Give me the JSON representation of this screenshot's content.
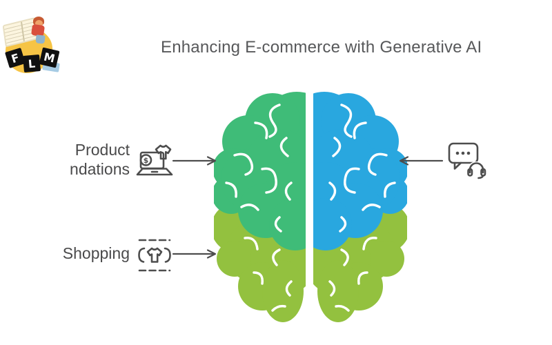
{
  "logo": {
    "letters": [
      "F",
      "L",
      "M"
    ]
  },
  "header": {
    "title": "Enhancing E-commerce with Generative AI"
  },
  "diagram": {
    "left_items": [
      {
        "label_lines": [
          "Product",
          "ndations"
        ],
        "icon": "laptop-dollar-tshirt-icon"
      },
      {
        "label_lines": [
          "Shopping"
        ],
        "icon": "virtual-tryon-icon"
      }
    ],
    "right_items": [
      {
        "icon": "chat-headset-icon"
      }
    ],
    "icons": {
      "dollar_sign": "$"
    }
  },
  "colors": {
    "left_hemisphere": "#3fbc78",
    "right_hemisphere": "#29a7df",
    "lower_lobes": "#93c13f",
    "outline": "#4d4d4d",
    "title_text": "#57585a",
    "logo_yellow": "#f6c445"
  }
}
